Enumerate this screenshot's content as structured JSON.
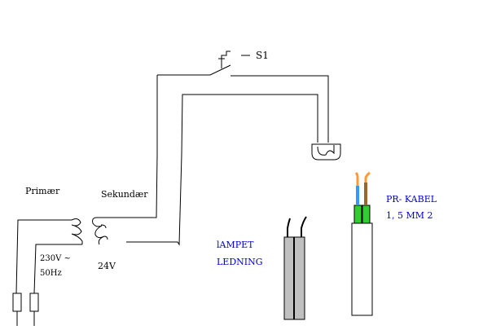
{
  "labels": {
    "switch": "S1",
    "primary": "Primær",
    "secondary": "Sekundær",
    "voltage_in": "230V ~",
    "frequency": "50Hz",
    "voltage_out": "24V",
    "lamp_cable_line1": "lAMPET",
    "lamp_cable_line2": "LEDNING",
    "pr_cable_line1": "PR- KABEL",
    "pr_cable_line2": "1, 5 MM 2"
  },
  "colors": {
    "wire": "#000000",
    "cable_grey": "#c0c0c0",
    "insulation_green": "#33cc33",
    "wire_blue": "#3399ff",
    "wire_brown": "#996633",
    "copper": "#ff9933",
    "label_blue": "#0000cc"
  }
}
